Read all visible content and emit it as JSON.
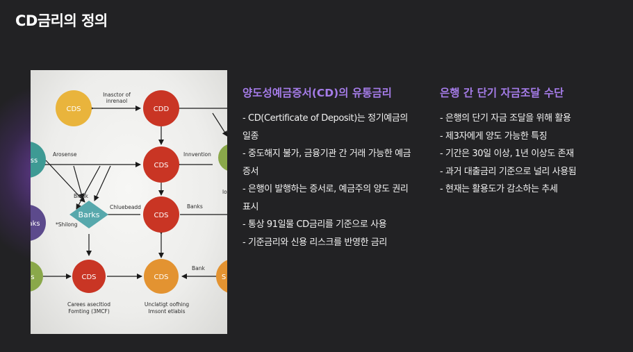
{
  "slide": {
    "title_prefix": "CD",
    "title_rest": "금리의 정의"
  },
  "diagram": {
    "node_labels": {
      "cds_top_left": "CDS",
      "cd_top_center": "CDD",
      "cds_mid_center": "CDS",
      "cds_center": "CDS",
      "cds_bottom_left": "CDS",
      "cds_bottom_center": "CDS",
      "left_mid_partial": "ss",
      "left_lower_partial": "aks",
      "left_bottom_partial": "s",
      "right_bottom_partial": "S",
      "diamond": "Barks"
    },
    "text_labels": {
      "transfer_interest_1": "Inasctor of",
      "transfer_interest_2": "inrenaol",
      "arosence": "Arosense",
      "innvention": "Innvention",
      "blank": "Blank",
      "chluebeadd": "Chluebeadd",
      "banks_right": "Banks",
      "shlong": "*Shilong",
      "bank_lower": "Bank",
      "carees_1": "Carees asecltiod",
      "carees_2": "Fomting (3MCF)",
      "unclatigt_1": "Unclatigt oofhing",
      "unclatigt_2": "Imsont etlabis",
      "right_small": "lo"
    },
    "colors": {
      "yellow": "#e9b43c",
      "red": "#c93524",
      "orange": "#e39331",
      "green": "#8aa84a",
      "teal": "#3e9a94",
      "purple": "#5c4a8c",
      "diamond": "#57a8ac"
    }
  },
  "left_column": {
    "heading": "양도성예금증서(CD)의 유통금리",
    "items": [
      "- CD(Certificate of Deposit)는 정기예금의 일종",
      "- 중도해지 불가, 금융기관 간 거래 가능한 예금증서",
      "- 은행이 발행하는 증서로, 예금주의 양도 권리 표시",
      "- 통상 91일물 CD금리를 기준으로 사용",
      "- 기준금리와 신용 리스크를 반영한 금리"
    ]
  },
  "right_column": {
    "heading": "은행 간 단기 자금조달 수단",
    "items": [
      "- 은행의 단기 자금 조달을 위해 활용",
      "- 제3자에게 양도 가능한 특징",
      "- 기간은 30일 이상, 1년 이상도 존재",
      "- 과거 대출금리 기준으로 널리 사용됨",
      "- 현재는 활용도가 감소하는 추세"
    ]
  }
}
